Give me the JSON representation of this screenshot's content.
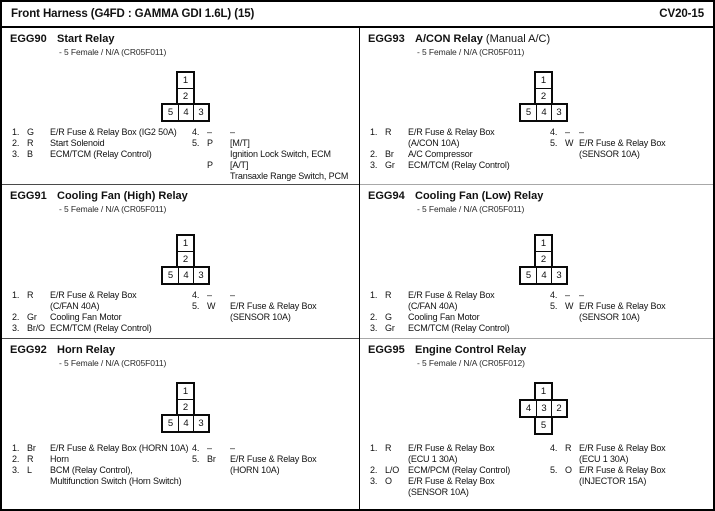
{
  "header": {
    "title": "Front Harness (G4FD : GAMMA GDI 1.6L) (15)",
    "page_code": "CV20-15"
  },
  "sections": [
    {
      "id": "EGG90",
      "title": "Start Relay",
      "title_note": "",
      "subtitle": "- 5 Female / N/A (CR05F011)",
      "column": "left",
      "row": 1,
      "connector": {
        "type": "t",
        "top_cells": [
          "1",
          "2"
        ],
        "bottom_cells": [
          "5",
          "4",
          "3"
        ]
      },
      "pins_left": [
        {
          "num": "1.",
          "color": "G",
          "desc": [
            "E/R Fuse & Relay Box (IG2 50A)"
          ]
        },
        {
          "num": "2.",
          "color": "R",
          "desc": [
            "Start Solenoid"
          ]
        },
        {
          "num": "3.",
          "color": "B",
          "desc": [
            "ECM/TCM (Relay Control)"
          ]
        }
      ],
      "pins_right": [
        {
          "num": "4.",
          "color": "–",
          "desc": [
            "–"
          ]
        },
        {
          "num": "5.",
          "color": "P",
          "desc": [
            "[M/T]",
            "Ignition Lock Switch, ECM"
          ]
        },
        {
          "num": "",
          "color": "P",
          "desc": [
            "[A/T]",
            "Transaxle Range Switch, PCM"
          ]
        }
      ]
    },
    {
      "id": "EGG91",
      "title": "Cooling Fan (High) Relay",
      "title_note": "",
      "subtitle": "- 5 Female / N/A (CR05F011)",
      "column": "left",
      "row": 2,
      "connector": {
        "type": "t",
        "top_cells": [
          "1",
          "2"
        ],
        "bottom_cells": [
          "5",
          "4",
          "3"
        ]
      },
      "pins_left": [
        {
          "num": "1.",
          "color": "R",
          "desc": [
            "E/R Fuse & Relay Box",
            "(C/FAN 40A)"
          ]
        },
        {
          "num": "2.",
          "color": "Gr",
          "desc": [
            "Cooling Fan Motor"
          ]
        },
        {
          "num": "3.",
          "color": "Br/O",
          "desc": [
            "ECM/TCM (Relay Control)"
          ]
        }
      ],
      "pins_right": [
        {
          "num": "4.",
          "color": "–",
          "desc": [
            "–"
          ]
        },
        {
          "num": "5.",
          "color": "W",
          "desc": [
            "E/R Fuse & Relay Box",
            "(SENSOR 10A)"
          ]
        }
      ]
    },
    {
      "id": "EGG92",
      "title": "Horn Relay",
      "title_note": "",
      "subtitle": "- 5 Female / N/A (CR05F011)",
      "column": "left",
      "row": 3,
      "connector": {
        "type": "t",
        "top_cells": [
          "1",
          "2"
        ],
        "bottom_cells": [
          "5",
          "4",
          "3"
        ]
      },
      "pins_left": [
        {
          "num": "1.",
          "color": "Br",
          "desc": [
            "E/R Fuse & Relay Box (HORN 10A)"
          ]
        },
        {
          "num": "2.",
          "color": "R",
          "desc": [
            "Horn"
          ]
        },
        {
          "num": "3.",
          "color": "L",
          "desc": [
            "BCM (Relay Control),",
            "Multifunction Switch (Horn Switch)"
          ]
        }
      ],
      "pins_right": [
        {
          "num": "4.",
          "color": "–",
          "desc": [
            "–"
          ]
        },
        {
          "num": "5.",
          "color": "Br",
          "desc": [
            "E/R Fuse & Relay Box",
            "(HORN 10A)"
          ]
        }
      ]
    },
    {
      "id": "EGG93",
      "title": "A/CON Relay",
      "title_note": "(Manual A/C)",
      "subtitle": "- 5 Female / N/A (CR05F011)",
      "column": "right",
      "row": 1,
      "connector": {
        "type": "t",
        "top_cells": [
          "1",
          "2"
        ],
        "bottom_cells": [
          "5",
          "4",
          "3"
        ]
      },
      "pins_left": [
        {
          "num": "1.",
          "color": "R",
          "desc": [
            "E/R Fuse & Relay Box",
            "(A/CON 10A)"
          ]
        },
        {
          "num": "2.",
          "color": "Br",
          "desc": [
            "A/C Compressor"
          ]
        },
        {
          "num": "3.",
          "color": "Gr",
          "desc": [
            "ECM/TCM (Relay Control)"
          ]
        }
      ],
      "pins_right": [
        {
          "num": "4.",
          "color": "–",
          "desc": [
            "–"
          ]
        },
        {
          "num": "5.",
          "color": "W",
          "desc": [
            "E/R Fuse & Relay Box",
            "(SENSOR 10A)"
          ]
        }
      ]
    },
    {
      "id": "EGG94",
      "title": "Cooling Fan (Low) Relay",
      "title_note": "",
      "subtitle": "- 5 Female / N/A (CR05F011)",
      "column": "right",
      "row": 2,
      "connector": {
        "type": "t",
        "top_cells": [
          "1",
          "2"
        ],
        "bottom_cells": [
          "5",
          "4",
          "3"
        ]
      },
      "pins_left": [
        {
          "num": "1.",
          "color": "R",
          "desc": [
            "E/R Fuse & Relay Box",
            "(C/FAN 40A)"
          ]
        },
        {
          "num": "2.",
          "color": "G",
          "desc": [
            "Cooling Fan Motor"
          ]
        },
        {
          "num": "3.",
          "color": "Gr",
          "desc": [
            "ECM/TCM (Relay Control)"
          ]
        }
      ],
      "pins_right": [
        {
          "num": "4.",
          "color": "–",
          "desc": [
            "–"
          ]
        },
        {
          "num": "5.",
          "color": "W",
          "desc": [
            "E/R Fuse & Relay Box",
            "(SENSOR 10A)"
          ]
        }
      ]
    },
    {
      "id": "EGG95",
      "title": "Engine Control Relay",
      "title_note": "",
      "subtitle": "- 5 Female / N/A (CR05F012)",
      "column": "right",
      "row": 3,
      "connector": {
        "type": "cross",
        "top_cells": [
          "1"
        ],
        "mid_cells": [
          "4",
          "3",
          "2"
        ],
        "bottom_cells": [
          "5"
        ]
      },
      "pins_left": [
        {
          "num": "1.",
          "color": "R",
          "desc": [
            "E/R Fuse & Relay Box",
            "(ECU 1 30A)"
          ]
        },
        {
          "num": "2.",
          "color": "L/O",
          "desc": [
            "ECM/PCM (Relay Control)"
          ]
        },
        {
          "num": "3.",
          "color": "O",
          "desc": [
            "E/R Fuse & Relay Box",
            "(SENSOR 10A)"
          ]
        }
      ],
      "pins_right": [
        {
          "num": "4.",
          "color": "R",
          "desc": [
            "E/R Fuse & Relay Box",
            "(ECU 1 30A)"
          ]
        },
        {
          "num": "5.",
          "color": "O",
          "desc": [
            "E/R Fuse & Relay Box",
            "(INJECTOR 15A)"
          ]
        }
      ]
    }
  ]
}
